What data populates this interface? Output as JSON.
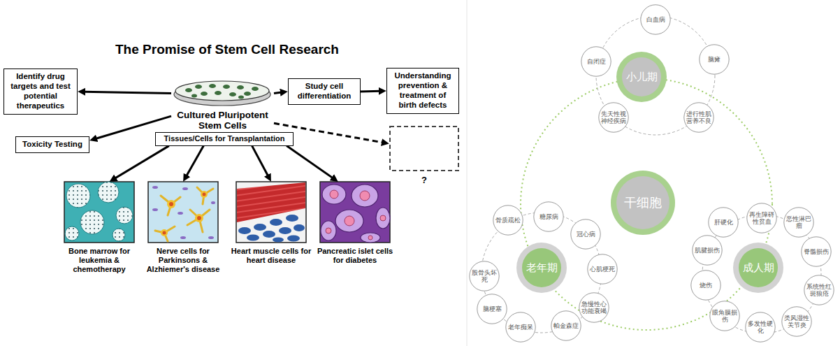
{
  "diagram": {
    "title": "The Promise of Stem Cell Research",
    "nodes": [
      {
        "text": [
          "Identify drug targets and test potential therapeutics"
        ]
      },
      {
        "text": [
          "Cultured Pluripotent Stem Cells"
        ]
      },
      {
        "text": [
          "Study cell differentiation"
        ]
      },
      {
        "text": [
          "Understanding prevention & treatment of birth defects"
        ]
      },
      {
        "text": [
          "Toxicity Testing"
        ]
      },
      {
        "text": [
          "Tissues/Cells for Transplantation"
        ]
      },
      {
        "text": [
          "?"
        ]
      },
      {
        "text": [
          "Bone marrow for leukemia & chemotherapy"
        ]
      },
      {
        "text": [
          "Nerve cells for Parkinsons & Alzhiemer's disease"
        ]
      },
      {
        "text": [
          "Heart muscle cells for heart disease"
        ]
      },
      {
        "text": [
          "Pancreatic islet cells for diabetes"
        ]
      },
      {
        "text": [
          "白血病"
        ]
      },
      {
        "text": [
          "自闭症"
        ]
      },
      {
        "text": [
          "脑瘫"
        ]
      },
      {
        "text": [
          "小儿期"
        ]
      },
      {
        "text": [
          "先天性视神经疾病"
        ]
      },
      {
        "text": [
          "进行性肌营养不良"
        ]
      },
      {
        "text": [
          "干细胞"
        ]
      },
      {
        "text": [
          "骨质疏松"
        ]
      },
      {
        "text": [
          "糖尿病"
        ]
      },
      {
        "text": [
          "冠心病"
        ]
      },
      {
        "text": [
          "肝硬化"
        ]
      },
      {
        "text": [
          "再生障碍性贫血"
        ]
      },
      {
        "text": [
          "恶性淋巴瘤"
        ]
      },
      {
        "text": [
          "股骨头坏死"
        ]
      },
      {
        "text": [
          "老年期"
        ]
      },
      {
        "text": [
          "心肌梗死"
        ]
      },
      {
        "text": [
          "肌腱损伤"
        ]
      },
      {
        "text": [
          "成人期"
        ]
      },
      {
        "text": [
          "脊髓损伤"
        ]
      },
      {
        "text": [
          "烧伤"
        ]
      },
      {
        "text": [
          "系统性红斑狼疮"
        ]
      },
      {
        "text": [
          "急慢性心功能衰竭"
        ]
      },
      {
        "text": [
          "脑梗塞"
        ]
      },
      {
        "text": [
          "眼角膜损伤"
        ]
      },
      {
        "text": [
          "类风湿性关节炎"
        ]
      },
      {
        "text": [
          "老年痴呆"
        ]
      },
      {
        "text": [
          "帕金森症"
        ]
      },
      {
        "text": [
          "多发性硬化"
        ]
      }
    ],
    "edges": [
      {
        "from": 1,
        "to": 0,
        "arrow": "to"
      },
      {
        "from": 1,
        "to": 4,
        "arrow": "to"
      },
      {
        "from": 1,
        "to": 2,
        "arrow": "to"
      },
      {
        "from": 2,
        "to": 3,
        "arrow": "to"
      },
      {
        "from": 1,
        "to": 6,
        "arrow": "to"
      },
      {
        "from": 5,
        "to": 7,
        "arrow": "to"
      },
      {
        "from": 5,
        "to": 8,
        "arrow": "to"
      },
      {
        "from": 5,
        "to": 9,
        "arrow": "to"
      },
      {
        "from": 5,
        "to": 10,
        "arrow": "to"
      }
    ]
  }
}
